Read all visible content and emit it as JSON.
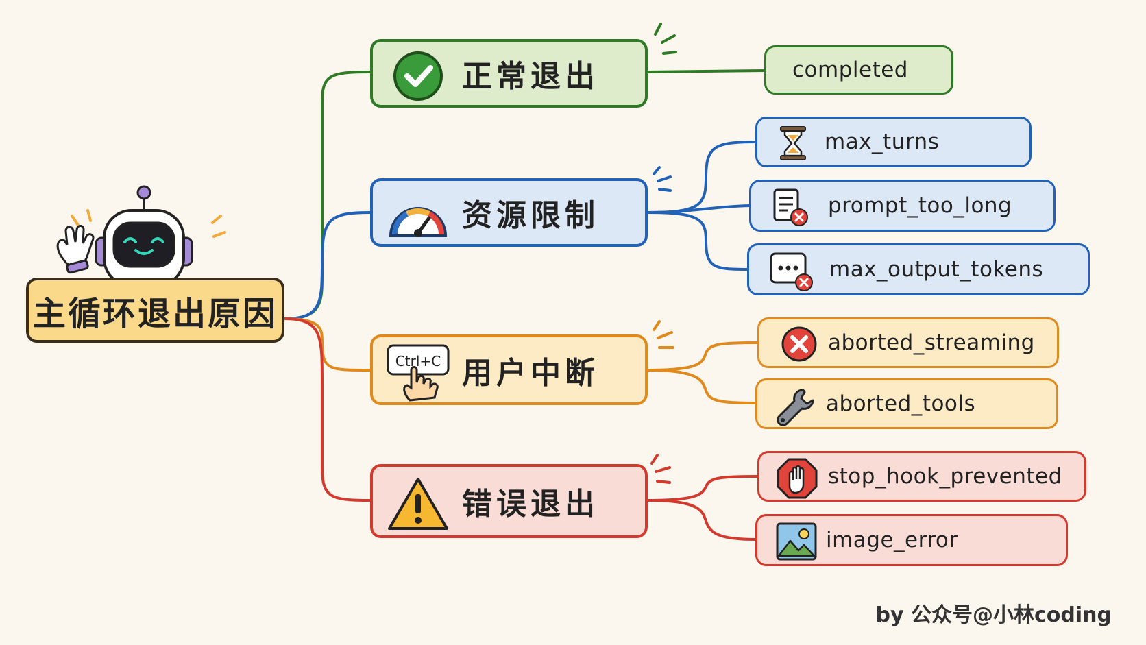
{
  "root": {
    "label": "主循环退出原因"
  },
  "categories": [
    {
      "label": "正常退出",
      "icon": "check-circle-icon",
      "color": "#2f7a25",
      "fill": "#dfeccc",
      "leaves": [
        {
          "label": "completed",
          "icon": ""
        }
      ]
    },
    {
      "label": "资源限制",
      "icon": "gauge-icon",
      "color": "#2162b8",
      "fill": "#dce8f6",
      "leaves": [
        {
          "label": "max_turns",
          "icon": "hourglass-icon"
        },
        {
          "label": "prompt_too_long",
          "icon": "document-error-icon"
        },
        {
          "label": "max_output_tokens",
          "icon": "ellipsis-error-icon"
        }
      ]
    },
    {
      "label": "用户中断",
      "icon": "ctrl-c-key-icon",
      "icon_text": "Ctrl+C",
      "color": "#e08a1e",
      "fill": "#fcebc4",
      "leaves": [
        {
          "label": "aborted_streaming",
          "icon": "x-circle-icon"
        },
        {
          "label": "aborted_tools",
          "icon": "wrench-icon"
        }
      ]
    },
    {
      "label": "错误退出",
      "icon": "warning-triangle-icon",
      "color": "#d23a2e",
      "fill": "#f9dcd6",
      "leaves": [
        {
          "label": "stop_hook_prevented",
          "icon": "stop-hand-icon"
        },
        {
          "label": "image_error",
          "icon": "image-icon"
        }
      ]
    }
  ],
  "footer": "by 公众号@小林coding"
}
